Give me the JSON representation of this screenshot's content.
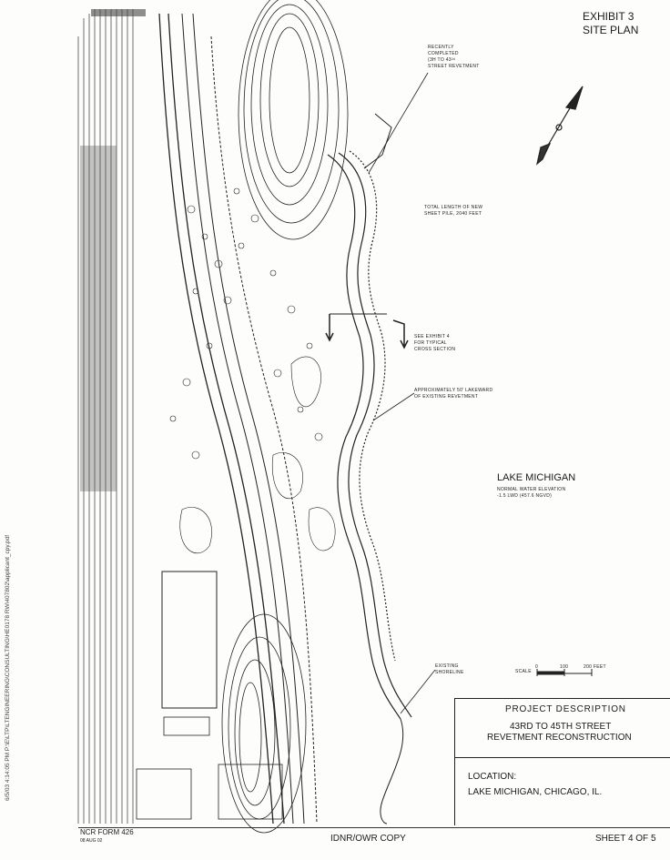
{
  "exhibit": {
    "number_label": "EXHIBIT 3",
    "title": "SITE PLAN"
  },
  "annotations": {
    "recent": [
      "RECENTLY",
      "COMPLETED",
      "(3H TO 43²ᵈ",
      "STREET REVETMENT"
    ],
    "length": [
      "TOTAL LENGTH OF NEW",
      "SHEET PILE, 2040 FEET"
    ],
    "see_exhibit": [
      "SEE EXHIBIT 4",
      "FOR TYPICAL",
      "CROSS SECTION"
    ],
    "lakeward": [
      "APPROXIMATELY 50' LAKEWARD",
      "OF EXISTING REVETMENT"
    ],
    "water_elev": [
      "NORMAL WATER ELEVATION",
      "-1.5 LWD (457.6 NGVD)"
    ],
    "shoreline": [
      "EXISTING",
      "SHORELINE"
    ],
    "scale": {
      "label": "SCALE",
      "ticks": [
        "0",
        "100",
        "200 FEET"
      ]
    }
  },
  "lake_name": "LAKE MICHIGAN",
  "project": {
    "heading": "PROJECT DESCRIPTION",
    "line1": "43RD TO 45TH STREET",
    "line2": "REVETMENT RECONSTRUCTION",
    "location_label": "LOCATION:",
    "location_value": "LAKE MICHIGAN, CHICAGO, IL."
  },
  "footer": {
    "form": "NCR FORM 426",
    "form_date": "08 AUG 02",
    "copy_label": "IDNR/OWR COPY",
    "sheet": "SHEET 4 OF 5"
  },
  "side_stamp": "6/5/03 4:14:05 PM   P:\\E\\LTP\\LTENGINEERING\\CONSULTING\\HE0178 RW\\407802\\applicant_cpy.pdf"
}
